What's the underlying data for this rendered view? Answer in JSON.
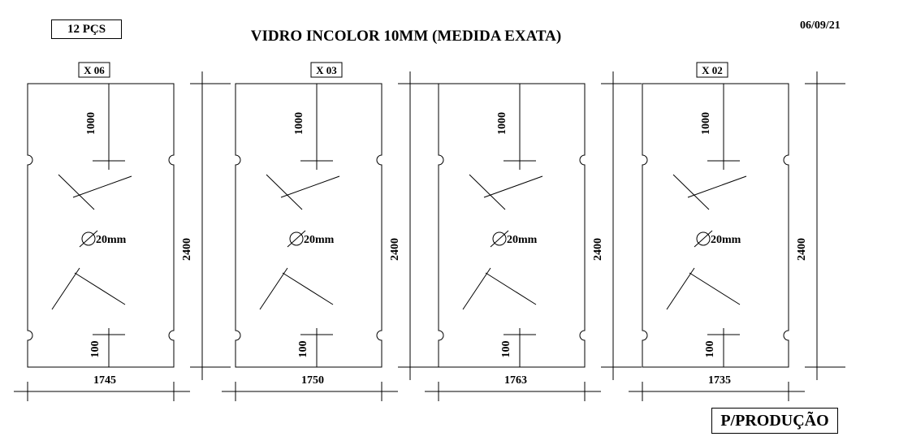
{
  "header": {
    "quantity": "12 PÇS",
    "title": "VIDRO INCOLOR 10MM  (MEDIDA EXATA)",
    "date": "06/09/21"
  },
  "panels": [
    {
      "tag": "X 06",
      "top_dim": "1000",
      "bottom_dim": "100",
      "hole": "20mm",
      "height": "2400",
      "width": "1745"
    },
    {
      "tag": "X 03",
      "top_dim": "1000",
      "bottom_dim": "100",
      "hole": "20mm",
      "height": "2400",
      "width": "1750"
    },
    {
      "tag": "",
      "top_dim": "1000",
      "bottom_dim": "100",
      "hole": "20mm",
      "height": "2400",
      "width": "1763"
    },
    {
      "tag": "X 02",
      "top_dim": "1000",
      "bottom_dim": "100",
      "hole": "20mm",
      "height": "2400",
      "width": "1735"
    }
  ],
  "footer": {
    "production_label": "P/PRODUÇÃO"
  }
}
